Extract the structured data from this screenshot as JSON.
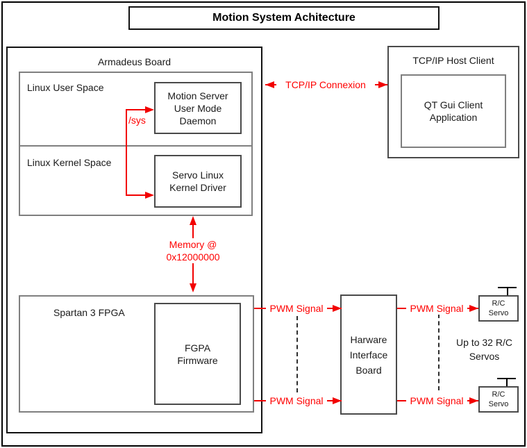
{
  "diagram": {
    "title": "Motion System Achitecture",
    "colors": {
      "connector_red": "#f20000",
      "label_red": "#ff0000",
      "box_gray": "#7f7f7f",
      "box_dark": "#4a4a4a"
    },
    "armadeus": {
      "label": "Armadeus Board",
      "user_space": {
        "label": "Linux User Space",
        "daemon": "Motion Server\nUser Mode\nDaemon"
      },
      "kernel_space": {
        "label": "Linux Kernel Space",
        "driver": "Servo Linux\nKernel Driver"
      },
      "fpga": {
        "label": "Spartan 3 FPGA",
        "firmware": "FGPA\nFirmware"
      }
    },
    "host": {
      "label": "TCP/IP Host Client",
      "app": "QT Gui Client\nApplication"
    },
    "hardware_board": "Harware\nInterface\nBoard",
    "servos": {
      "top": "R/C\nServo",
      "bottom": "R/C\nServo",
      "note": "Up to 32 R/C\nServos"
    },
    "connections": {
      "tcp": "TCP/IP Connexion",
      "sys": "/sys",
      "memory": "Memory @\n0x12000000",
      "pwm": "PWM Signal"
    }
  }
}
